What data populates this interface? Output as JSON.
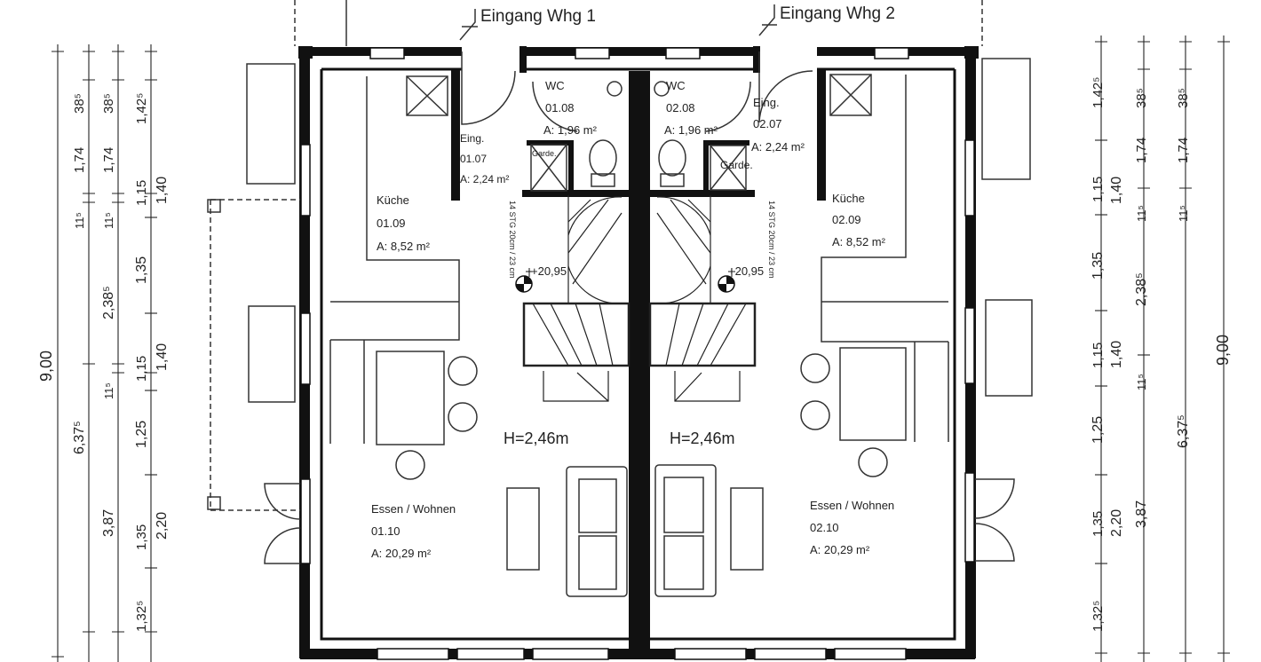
{
  "entrances": {
    "left": "Eingang Whg 1",
    "right": "Eingang Whg 2"
  },
  "rooms": [
    {
      "key": "wc1",
      "name": "WC",
      "number": "01.08",
      "area": "A: 1,96 m²"
    },
    {
      "key": "eing1",
      "name": "Eing.",
      "number": "01.07",
      "area": "A: 2,24 m²"
    },
    {
      "key": "kue1",
      "name": "Küche",
      "number": "01.09",
      "area": "A: 8,52 m²"
    },
    {
      "key": "ess1",
      "name": "Essen / Wohnen",
      "number": "01.10",
      "area": "A: 20,29 m²"
    },
    {
      "key": "wc2",
      "name": "WC",
      "number": "02.08",
      "area": "A: 1,96 m²"
    },
    {
      "key": "eing2",
      "name": "Eing.",
      "number": "02.07",
      "area": "A: 2,24 m²"
    },
    {
      "key": "kue2",
      "name": "Küche",
      "number": "02.09",
      "area": "A: 8,52 m²"
    },
    {
      "key": "ess2",
      "name": "Essen / Wohnen",
      "number": "02.10",
      "area": "A: 20,29 m²"
    }
  ],
  "garderobe": {
    "left": "Garde.",
    "right": "Garde."
  },
  "ceiling_height": {
    "left": "H=2,46m",
    "right": "H=2,46m"
  },
  "stair": {
    "level_left": "+20,95",
    "level_right": "+20,95",
    "spec_left": "14 STG 20cm / 23 cm",
    "spec_right": "14 STG 20cm / 23 cm"
  },
  "dimensions": {
    "left": {
      "total": "9,00",
      "chain_a": [
        "38⁵",
        "1,74",
        "11⁵",
        "2,38⁵",
        "11⁵",
        "3,87"
      ],
      "chain_a_big": "6,37⁵",
      "chain_b": [
        "1,42⁵",
        "1,15",
        "1,35",
        "1,15",
        "1,25",
        "1,35",
        "1,32⁵"
      ],
      "chain_c": [
        "1,40",
        "1,40",
        "2,20"
      ]
    },
    "right": {
      "total": "9,00",
      "chain_a": [
        "38⁵",
        "1,74",
        "11⁵",
        "6,37⁵"
      ],
      "chain_b": [
        "1,42⁵",
        "1,15",
        "1,35",
        "1,15",
        "1,25",
        "1,35",
        "1,32⁵"
      ],
      "chain_c": [
        "1,40",
        "2,38⁵",
        "1,40",
        "11⁵",
        "2,20",
        "3,87"
      ],
      "chain_d": [
        "38⁵",
        "1,74",
        "11⁵"
      ]
    }
  }
}
